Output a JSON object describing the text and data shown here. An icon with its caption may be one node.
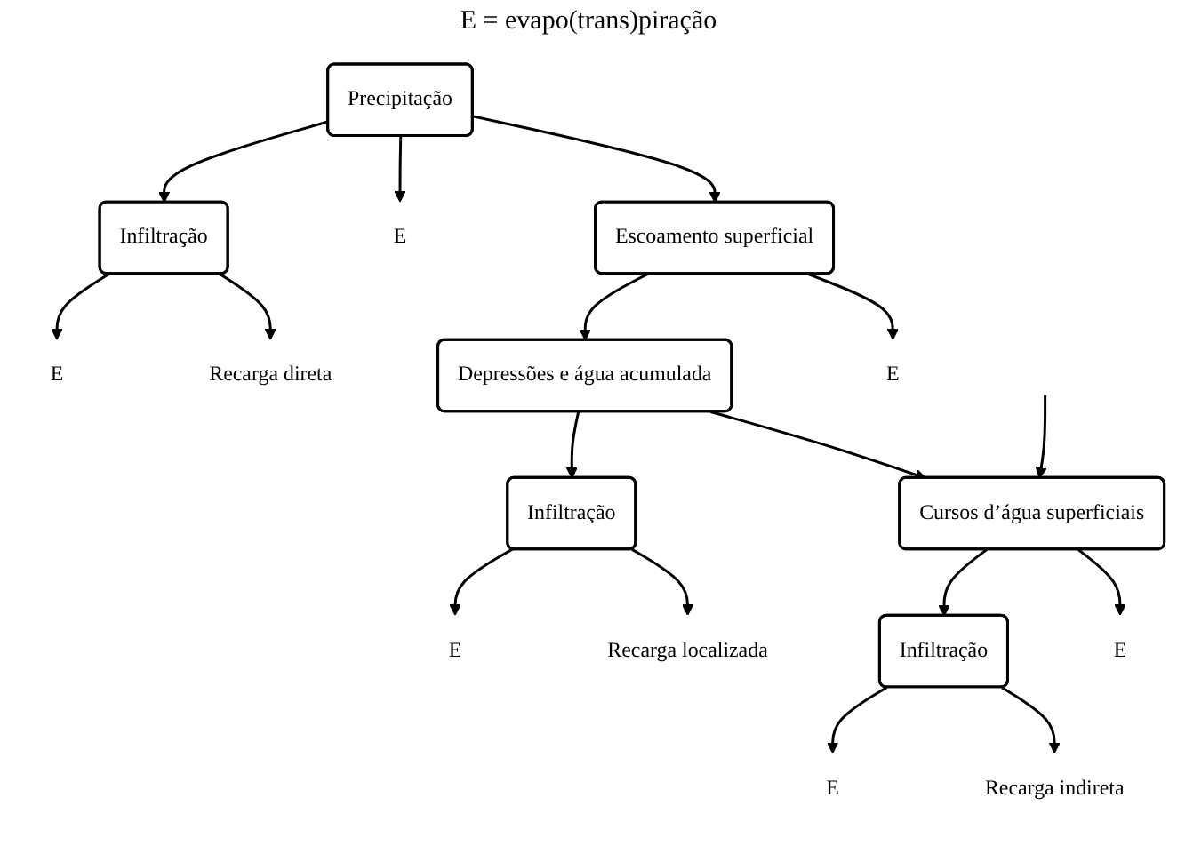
{
  "diagram": {
    "nodes": [
      {
        "text": [
          "Precipitação"
        ]
      },
      {
        "text": [
          "Escoamento superficial"
        ]
      },
      {
        "text": [
          "Depressões e água acumulada"
        ]
      },
      {
        "text": [
          "Cursos d’água superficiais"
        ]
      },
      {
        "text": [
          "Infiltração"
        ]
      },
      {
        "text": [
          "Infiltração"
        ]
      },
      {
        "text": [
          "Infiltração"
        ]
      },
      {
        "text": [
          "Recarga indireta"
        ]
      },
      {
        "text": [
          "Recarga localizada"
        ]
      },
      {
        "text": [
          "Recarga direta"
        ]
      },
      {
        "text": [
          "E"
        ]
      },
      {
        "text": [
          "E"
        ]
      },
      {
        "text": [
          "E"
        ]
      },
      {
        "text": [
          "E"
        ]
      },
      {
        "text": [
          "E"
        ]
      },
      {
        "text": [
          "E"
        ]
      }
    ],
    "edges": [
      {
        "from": 0,
        "to": 1,
        "arrow": "to"
      },
      {
        "from": 0,
        "to": 12,
        "arrow": "to"
      },
      {
        "from": 0,
        "to": 6,
        "arrow": "to"
      },
      {
        "from": 1,
        "to": 11,
        "arrow": "to"
      },
      {
        "from": 1,
        "to": 2,
        "arrow": "to"
      },
      {
        "from": 2,
        "to": 3,
        "arrow": "to"
      },
      {
        "from": 2,
        "to": 5,
        "arrow": "to"
      },
      {
        "from": 3,
        "to": 10,
        "arrow": "to"
      },
      {
        "from": null,
        "to": 3,
        "arrow": "to"
      },
      {
        "from": 3,
        "to": 4,
        "arrow": "to"
      },
      {
        "from": 4,
        "to": 7,
        "arrow": "to"
      },
      {
        "from": 4,
        "to": 13,
        "arrow": "to"
      },
      {
        "from": 5,
        "to": 8,
        "arrow": "to"
      },
      {
        "from": 5,
        "to": 14,
        "arrow": "to"
      },
      {
        "from": 6,
        "to": 9,
        "arrow": "to"
      },
      {
        "from": 6,
        "to": 15,
        "arrow": "to"
      }
    ],
    "labels": [
      "E = evapo(trans)piração"
    ]
  }
}
